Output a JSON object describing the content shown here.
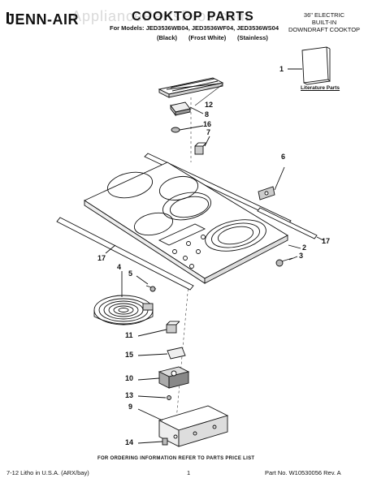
{
  "header": {
    "brand": "JENN-AIR",
    "watermark": "AppliancePartsPros.com",
    "title": "COOKTOP PARTS",
    "models_line": "For Models: JED3536WB04, JED3536WF04, JED3536WS04",
    "variants": [
      "(Black)",
      "(Frost White)",
      "(Stainless)"
    ],
    "spec_lines": [
      "36\" ELECTRIC",
      "BUILT-IN",
      "DOWNDRAFT COOKTOP"
    ]
  },
  "literature_label": "Literature Parts",
  "callouts": [
    {
      "id": "c1",
      "text": "1"
    },
    {
      "id": "c12",
      "text": "12"
    },
    {
      "id": "c8",
      "text": "8"
    },
    {
      "id": "c16",
      "text": "16"
    },
    {
      "id": "c7",
      "text": "7"
    },
    {
      "id": "c6",
      "text": "6"
    },
    {
      "id": "c2",
      "text": "2"
    },
    {
      "id": "c17a",
      "text": "17"
    },
    {
      "id": "c3",
      "text": "3"
    },
    {
      "id": "c17b",
      "text": "17"
    },
    {
      "id": "c4",
      "text": "4"
    },
    {
      "id": "c5",
      "text": "5"
    },
    {
      "id": "c11",
      "text": "11"
    },
    {
      "id": "c15",
      "text": "15"
    },
    {
      "id": "c10",
      "text": "10"
    },
    {
      "id": "c13",
      "text": "13"
    },
    {
      "id": "c9",
      "text": "9"
    },
    {
      "id": "c14",
      "text": "14"
    }
  ],
  "footer": {
    "instruction": "FOR ORDERING INFORMATION REFER TO PARTS PRICE LIST",
    "litho": "7-12 Litho in U.S.A. (ARX/bay)",
    "page": "1",
    "part_number": "Part No. W10530056 Rev. A"
  }
}
